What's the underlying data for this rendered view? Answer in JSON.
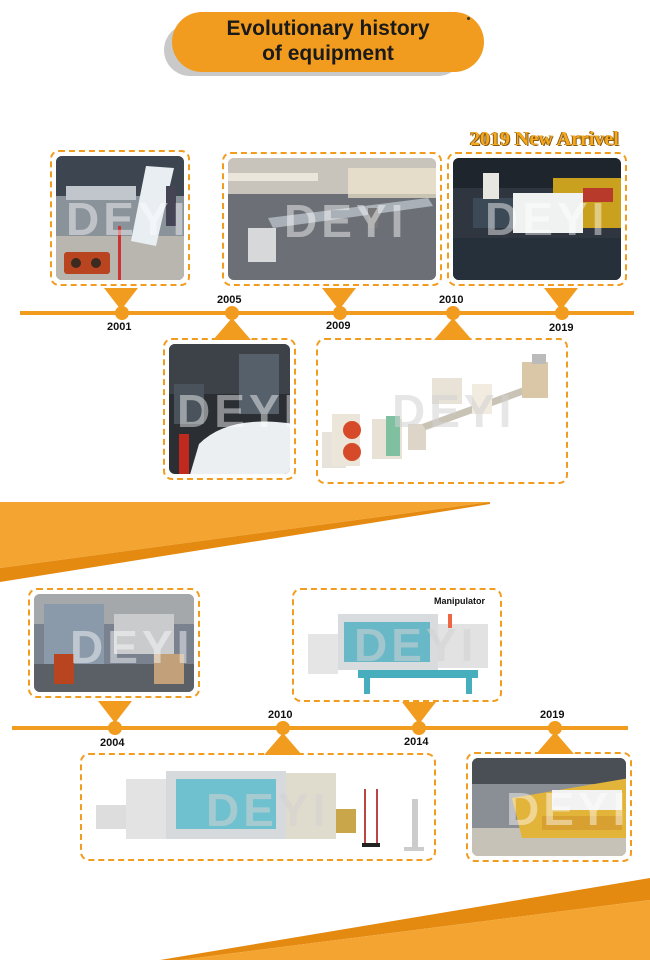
{
  "header": {
    "title_line1": "Evolutionary history",
    "title_line2": "of equipment"
  },
  "badge": {
    "new_arrival": "2019 New Arrivel"
  },
  "watermark": "DEYI",
  "section1": {
    "years": [
      "2001",
      "2005",
      "2009",
      "2010",
      "2019"
    ]
  },
  "section2": {
    "years": [
      "2004",
      "2010",
      "2014",
      "2019"
    ],
    "manipulator_label": "Manipulator"
  },
  "colors": {
    "accent": "#f29c1f",
    "shadow": "#c9c9c9"
  }
}
